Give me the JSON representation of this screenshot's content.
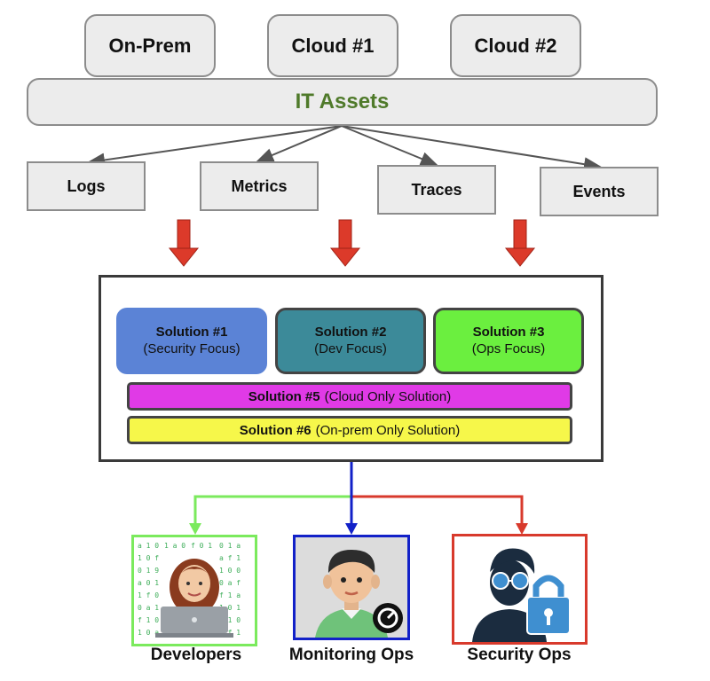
{
  "sources": [
    {
      "label": "On-Prem"
    },
    {
      "label": "Cloud #1"
    },
    {
      "label": "Cloud #2"
    }
  ],
  "assets": {
    "label": "IT Assets",
    "color": "#4f7a2a"
  },
  "telemetry": [
    {
      "label": "Logs"
    },
    {
      "label": "Metrics"
    },
    {
      "label": "Traces"
    },
    {
      "label": "Events"
    }
  ],
  "solutions": [
    {
      "title": "Solution #1",
      "subtitle": "(Security Focus)",
      "color": "#5b83d6"
    },
    {
      "title": "Solution #2",
      "subtitle": "(Dev Focus)",
      "color": "#3c8a99"
    },
    {
      "title": "Solution #3",
      "subtitle": "(Ops Focus)",
      "color": "#6bef3f"
    }
  ],
  "bars": [
    {
      "title": "Solution #5",
      "desc": "(Cloud Only Solution)",
      "color": "#e03ae6"
    },
    {
      "title": "Solution #6",
      "desc": "(On-prem Only Solution)",
      "color": "#f6f74a"
    }
  ],
  "personas": [
    {
      "label": "Developers",
      "color": "#7bea5d",
      "icon": "developer-icon"
    },
    {
      "label": "Monitoring Ops",
      "color": "#1221c8",
      "icon": "monitoring-ops-icon"
    },
    {
      "label": "Security Ops",
      "color": "#d83a2c",
      "icon": "security-ops-icon"
    }
  ],
  "colors": {
    "flow_arrow": "#dc3a2a",
    "connector_gray": "#555555"
  }
}
